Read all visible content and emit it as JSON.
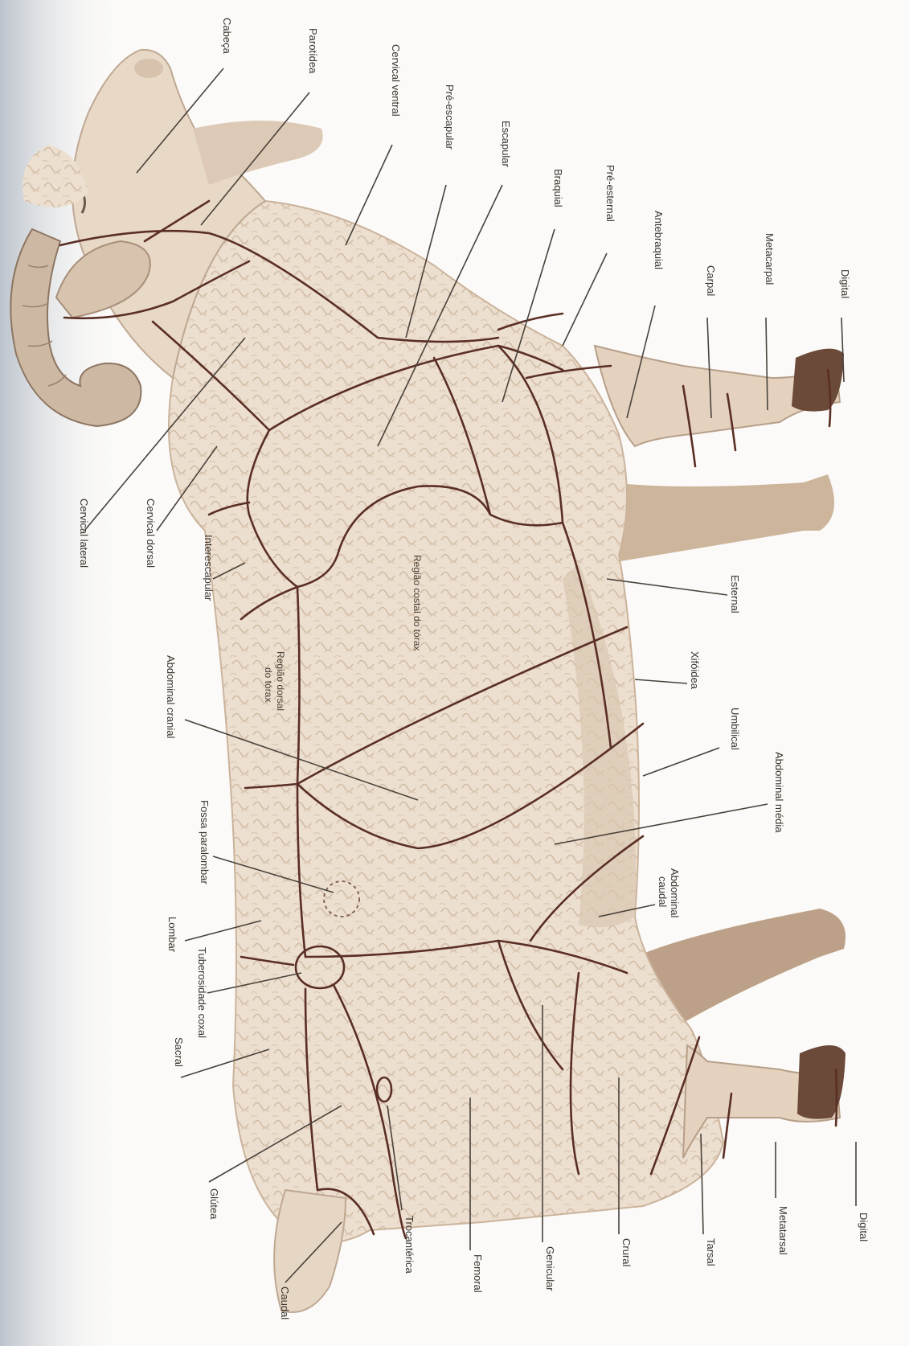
{
  "labels": {
    "cabeca": "Cabeça",
    "parotidea": "Parotídea",
    "cervical_ventral": "Cervical ventral",
    "pre_escapular": "Pré-escapular",
    "escapular": "Escapular",
    "braquial": "Braquial",
    "pre_esternal": "Pré-esternal",
    "antebraquial": "Antebraquial",
    "carpal": "Carpal",
    "metacarpal": "Metacarpal",
    "digital_fore": "Digital",
    "cervical_lateral": "Cervical lateral",
    "cervical_dorsal": "Cervical dorsal",
    "interescapular": "Interescapular",
    "esternal": "Esternal",
    "regiao_costal": "Região costal do tórax",
    "regiao_dorsal_1": "Região dorsal",
    "regiao_dorsal_2": "do tórax",
    "xifoidea": "Xifóidea",
    "abdominal_cranial": "Abdominal cranial",
    "umbilical": "Umbilical",
    "abdominal_media": "Abdominal média",
    "fossa_paralombar": "Fossa paralombar",
    "lombar": "Lombar",
    "abdominal_caudal_1": "Abdominal",
    "abdominal_caudal_2": "caudal",
    "tuberosidade_coxal": "Tuberosidade coxal",
    "sacral": "Sacral",
    "glutea": "Glútea",
    "caudal": "Caudal",
    "trocanterica": "Trocantérica",
    "femoral": "Femoral",
    "genicular": "Genicular",
    "crural": "Crural",
    "tarsal": "Tarsal",
    "metatarsal": "Metatarsal",
    "digital_hind": "Digital"
  },
  "colors": {
    "background": "#fbfaf8",
    "wool": "#ecdfd0",
    "wool_shadow": "#d9c6b1",
    "skin": "#e8d8c6",
    "horn": "#cdb9a3",
    "hoof": "#6b4a3a",
    "region_lines": "#5a2e24",
    "leader_lines": "#4a423b",
    "text": "#3a332c"
  }
}
